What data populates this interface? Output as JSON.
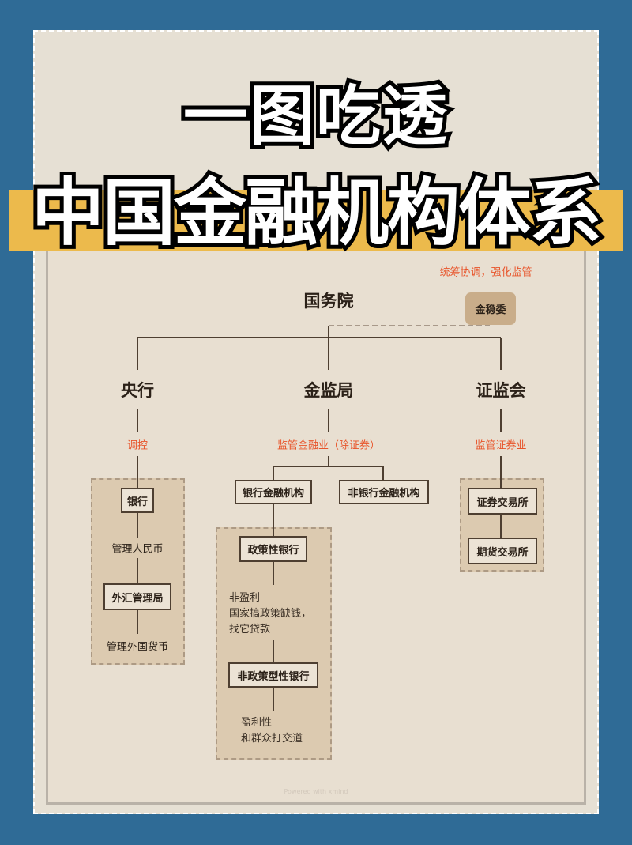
{
  "title": {
    "line1": "一图吃透",
    "line2": "中国金融机构体系"
  },
  "colors": {
    "background": "#2f6b96",
    "band": "#ecba4c",
    "accent_red": "#e8542a",
    "group_fill": "#dccab0",
    "line": "#4e3f31"
  },
  "diagram": {
    "top_note": "统筹协调，强化监管",
    "root": "国务院",
    "committee": "金稳委",
    "branches": {
      "central_bank": {
        "name": "央行",
        "role": "调控",
        "box1": "银行",
        "note1": "管理人民币",
        "box2": "外汇管理局",
        "note2": "管理外国货币"
      },
      "nfra": {
        "name": "金监局",
        "role": "监管金融业（除证券）",
        "bank_fi": "银行金融机构",
        "nonbank_fi": "非银行金融机构",
        "policy_bank": "政策性银行",
        "policy_note": [
          "非盈利",
          "国家搞政策缺钱，",
          "找它贷款"
        ],
        "nonpolicy_bank": "非政策型性银行",
        "nonpolicy_note": [
          "盈利性",
          "和群众打交道"
        ]
      },
      "csrc": {
        "name": "证监会",
        "role": "监管证券业",
        "box1": "证券交易所",
        "box2": "期货交易所"
      }
    }
  },
  "footer": "Powered with xmind"
}
